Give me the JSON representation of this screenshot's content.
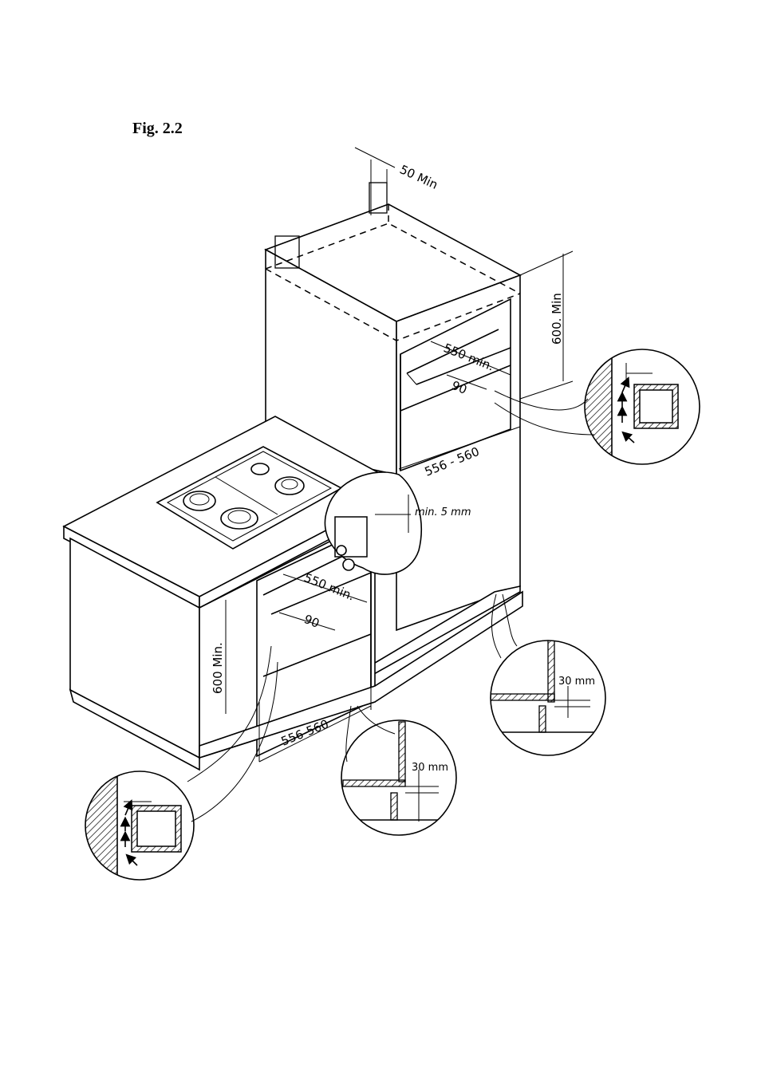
{
  "figure": {
    "title": "Fig. 2.2"
  },
  "dimensions": {
    "top_clearance": "50 Min",
    "column_height": "600. Min",
    "column_depth": "550 min.",
    "column_vent": "90",
    "column_width": "556 - 560",
    "hob_gap": "min. 5 mm",
    "base_depth": "550 min.",
    "base_vent": "90",
    "base_height": "600 Min.",
    "base_width": "556-560",
    "plinth_gap_right": "30 mm",
    "plinth_gap_left": "30 mm"
  }
}
